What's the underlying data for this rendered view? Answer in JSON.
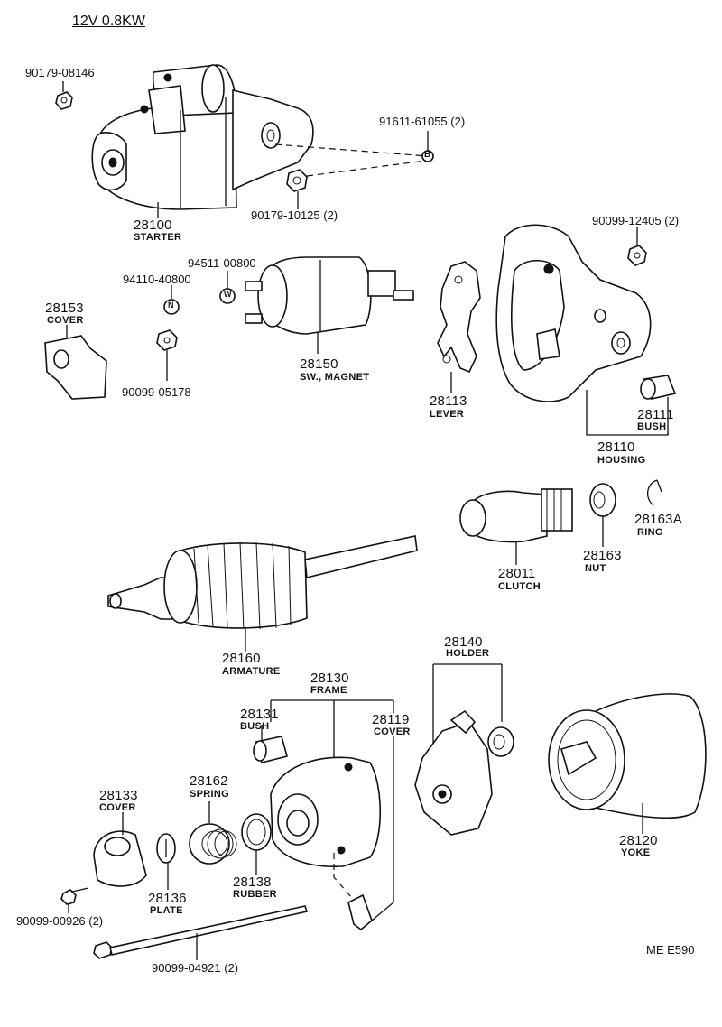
{
  "header": {
    "title": "12V 0.8KW"
  },
  "footer": {
    "code": "ME E590"
  },
  "parts": {
    "p90179_08146": {
      "number": "90179-08146"
    },
    "p28100": {
      "number": "28100",
      "name": "STARTER"
    },
    "p91611": {
      "number": "91611-61055 (2)"
    },
    "p90179_10125": {
      "number": "90179-10125 (2)"
    },
    "p90099_12405": {
      "number": "90099-12405 (2)"
    },
    "p94511": {
      "number": "94511-00800"
    },
    "p94110": {
      "number": "94110-40800"
    },
    "p28153": {
      "number": "28153",
      "name": "COVER"
    },
    "p90099_05178": {
      "number": "90099-05178"
    },
    "p28150": {
      "number": "28150",
      "name": "SW., MAGNET"
    },
    "p28113": {
      "number": "28113",
      "name": "LEVER"
    },
    "p28111": {
      "number": "28111",
      "name": "BUSH"
    },
    "p28110": {
      "number": "28110",
      "name": "HOUSING"
    },
    "p28011": {
      "number": "28011",
      "name": "CLUTCH"
    },
    "p28163": {
      "number": "28163",
      "name": "NUT"
    },
    "p28163A": {
      "number": "28163A",
      "name": "RING"
    },
    "p28160": {
      "number": "28160",
      "name": "ARMATURE"
    },
    "p28140": {
      "number": "28140",
      "name": "HOLDER"
    },
    "p28130": {
      "number": "28130",
      "name": "FRAME"
    },
    "p28131": {
      "number": "28131",
      "name": "BUSH"
    },
    "p28119": {
      "number": "28119",
      "name": "COVER"
    },
    "p28162": {
      "number": "28162",
      "name": "SPRING"
    },
    "p28133": {
      "number": "28133",
      "name": "COVER"
    },
    "p28138": {
      "number": "28138",
      "name": "RUBBER"
    },
    "p28136": {
      "number": "28136",
      "name": "PLATE"
    },
    "p28120": {
      "number": "28120",
      "name": "YOKE"
    },
    "p90099_00926": {
      "number": "90099-00926 (2)"
    },
    "p90099_04921": {
      "number": "90099-04921 (2)"
    }
  },
  "markers": {
    "b": "B",
    "n": "N",
    "w": "W"
  }
}
